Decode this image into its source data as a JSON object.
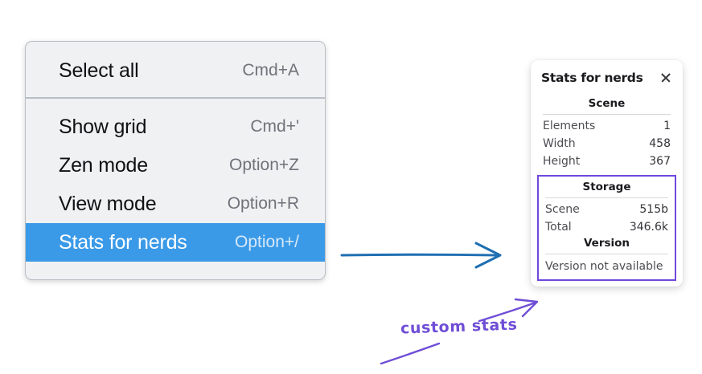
{
  "context_menu": {
    "groups": [
      {
        "items": [
          {
            "label": "Select all",
            "shortcut": "Cmd+A",
            "selected": false
          }
        ]
      },
      {
        "items": [
          {
            "label": "Show grid",
            "shortcut": "Cmd+'",
            "selected": false
          },
          {
            "label": "Zen mode",
            "shortcut": "Option+Z",
            "selected": false
          },
          {
            "label": "View mode",
            "shortcut": "Option+R",
            "selected": false
          },
          {
            "label": "Stats for nerds",
            "shortcut": "Option+/",
            "selected": true
          }
        ]
      }
    ],
    "highlight_color": "#3b9ae8"
  },
  "stats_panel": {
    "title": "Stats for nerds",
    "close_icon": "close-icon",
    "scene": {
      "heading": "Scene",
      "rows": [
        {
          "label": "Elements",
          "value": "1"
        },
        {
          "label": "Width",
          "value": "458"
        },
        {
          "label": "Height",
          "value": "367"
        }
      ]
    },
    "storage": {
      "heading": "Storage",
      "rows": [
        {
          "label": "Scene",
          "value": "515b"
        },
        {
          "label": "Total",
          "value": "346.6k"
        }
      ]
    },
    "version": {
      "heading": "Version",
      "text": "Version not available"
    },
    "highlight_border_color": "#7048dd"
  },
  "annotations": {
    "label": "custom stats",
    "label_color": "#6f4ed6",
    "blue_arrow_color": "#1f6fb2",
    "purple_arrow_color": "#6f4ed6"
  }
}
